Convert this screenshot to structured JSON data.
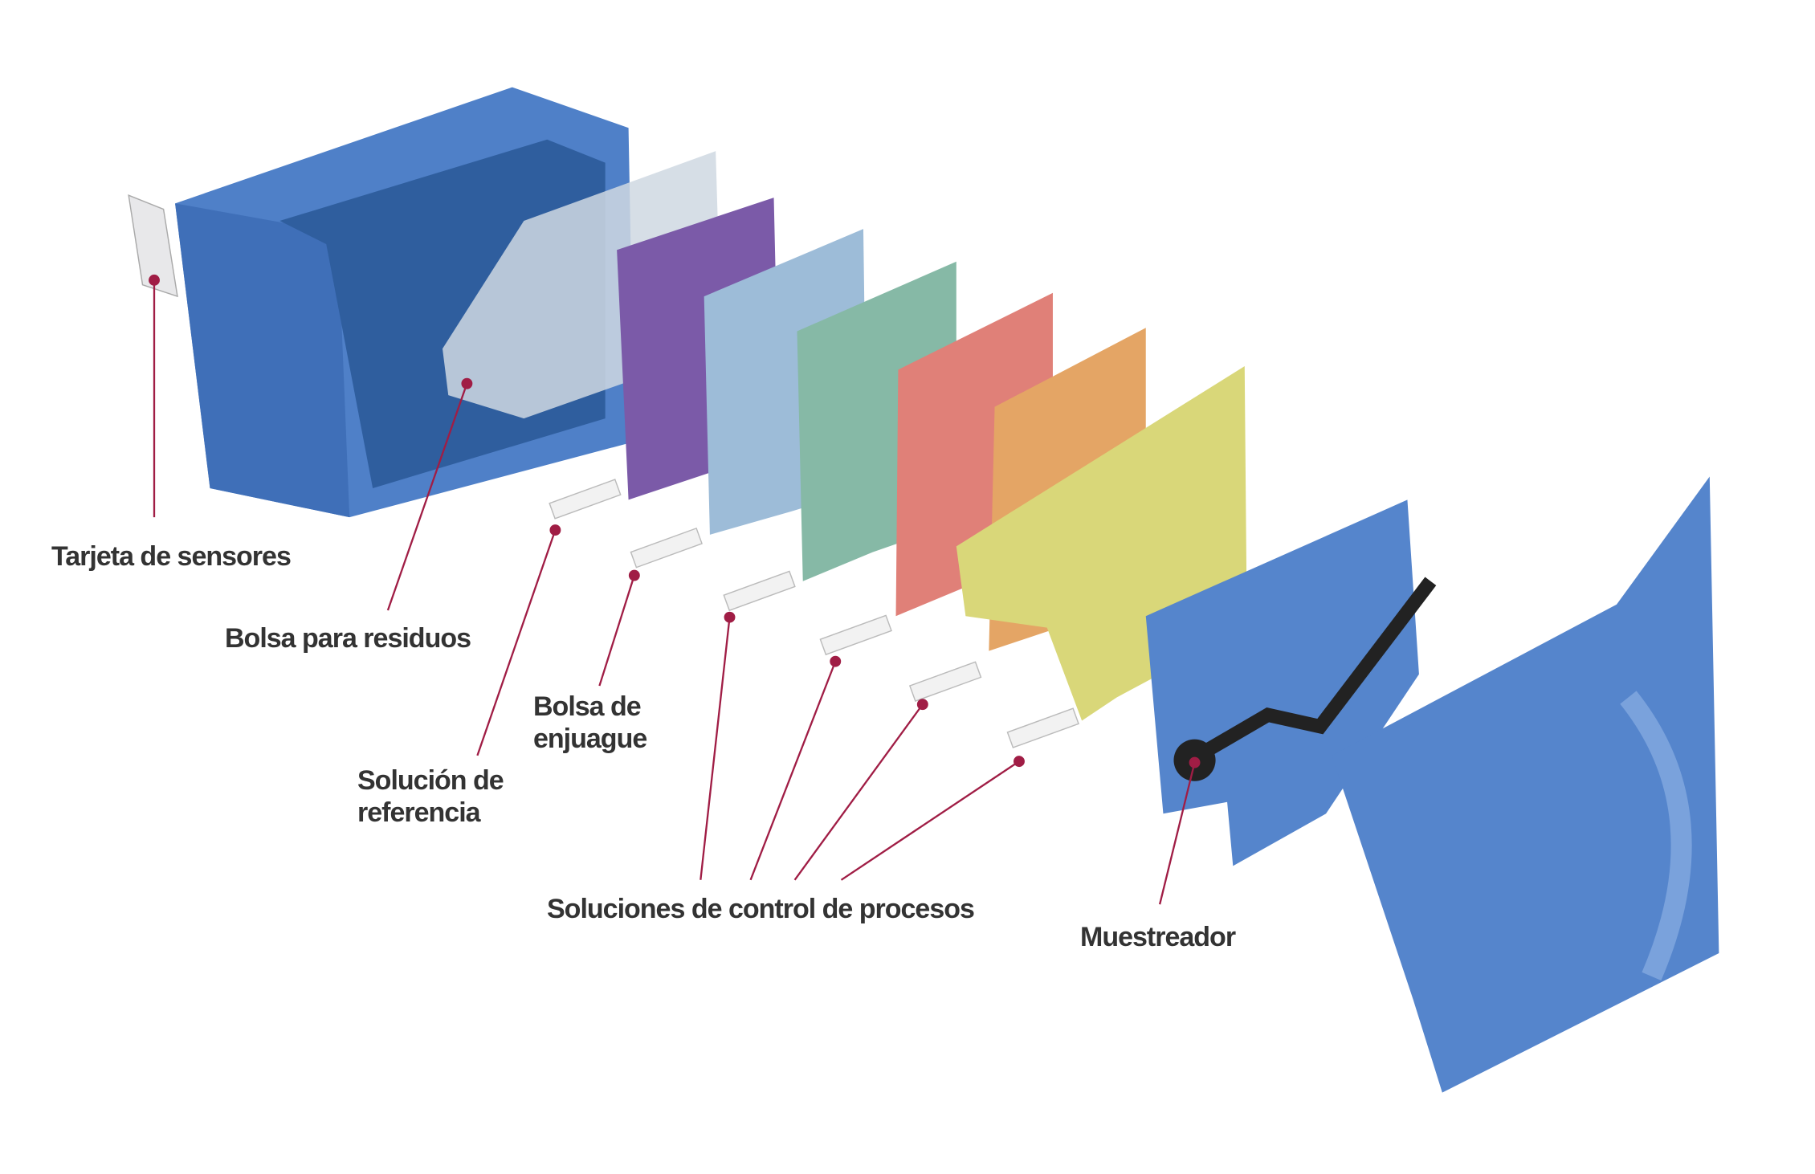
{
  "labels": {
    "sensor_card": "Tarjeta de sensores",
    "waste_bag": "Bolsa para residuos",
    "rinse_bag_line1": "Bolsa de",
    "rinse_bag_line2": "enjuague",
    "reference_line1": "Solución de",
    "reference_line2": "referencia",
    "process_control": "Soluciones de control de procesos",
    "sampler": "Muestreador"
  },
  "colors": {
    "leader_line": "#a01d45",
    "housing_blue": "#4f80c8",
    "purple": "#7b5aa8",
    "light_blue": "#9dbcd8",
    "teal": "#86b9a6",
    "salmon": "#e08078",
    "orange": "#e4a565",
    "yellow": "#d9d779"
  }
}
